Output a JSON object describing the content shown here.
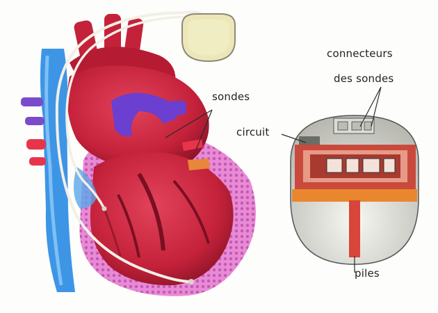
{
  "labels": {
    "sondes": "sondes",
    "circuit": "circuit",
    "connecteurs_line1": "connecteurs",
    "connecteurs_line2": "des sondes",
    "piles": "piles"
  },
  "colors": {
    "heart_red": "#c4223a",
    "heart_dark": "#8e1428",
    "vessel_blue": "#3d95e6",
    "aorta_purple": "#6b3fcf",
    "myocardium_pink": "#e98ad6",
    "lead_white": "#f2efe6",
    "pacemaker_case": "#ece6b8",
    "battery_orange": "#e9872e"
  }
}
